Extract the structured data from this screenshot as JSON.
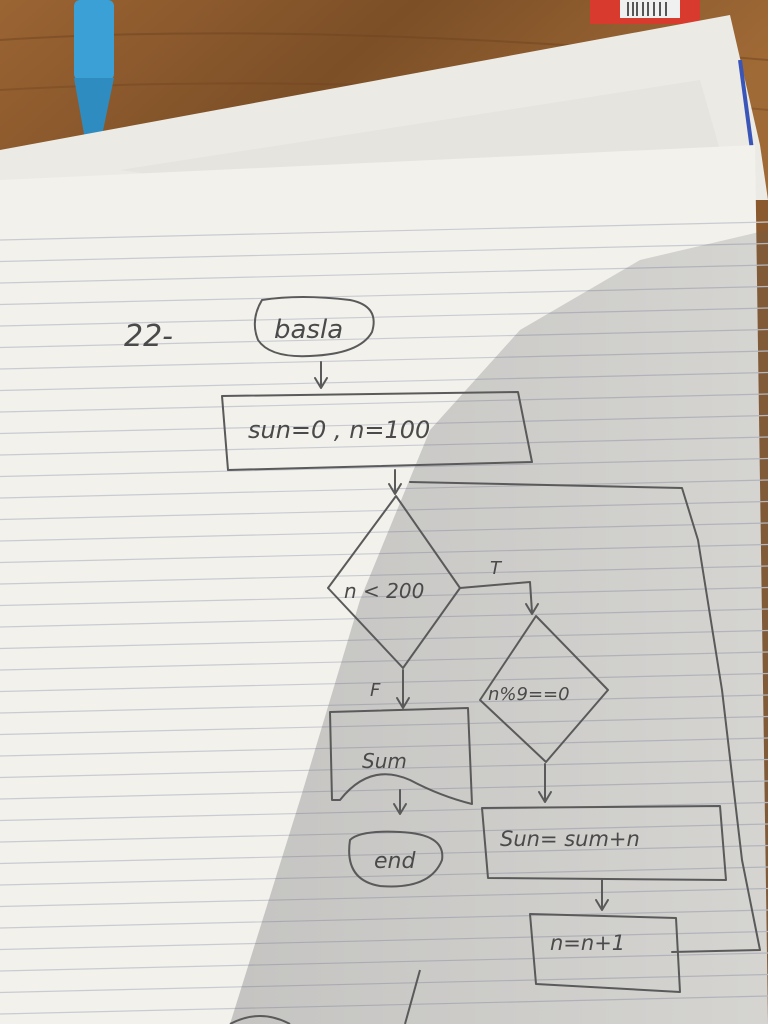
{
  "problem_number": "22-",
  "flowchart": {
    "start": "basla",
    "init": "sun=0 , n=100",
    "condition_main": "n < 200",
    "true_label": "T",
    "false_label": "F",
    "condition_inner": "n%9==0",
    "output": "Sum",
    "update_sum": "Sun= sum+n",
    "increment": "n=n+1",
    "end": "end"
  },
  "colors": {
    "paper": "#f2f1ec",
    "rule_line": "#c9cbd2",
    "pencil": "#5a5a5a",
    "desk": "#8a5a2e",
    "pen": "#3aa0d6",
    "shadow": "#6f6f72"
  }
}
